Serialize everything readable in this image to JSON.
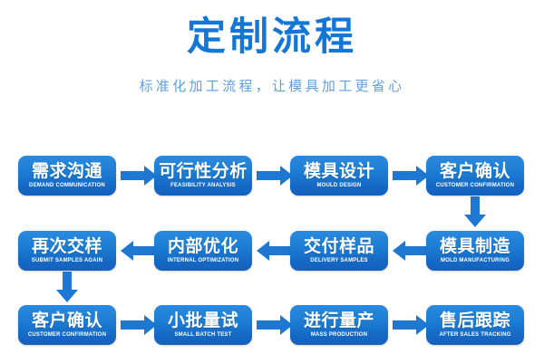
{
  "header": {
    "title": "定制流程",
    "subtitle": "标准化加工流程，让模具加工更省心",
    "title_color": "#1477d6",
    "subtitle_color": "#5e9fe2"
  },
  "theme": {
    "background": "#ffffff",
    "box_gradient_top": "#2b8ae0",
    "box_gradient_bottom": "#1660be",
    "arrow_color": "#1e78d2",
    "box_text_color": "#ffffff"
  },
  "flow": {
    "rows": [
      {
        "direction": "left-to-right",
        "steps": [
          {
            "cn": "需求沟通",
            "en": "DEMAND COMMUNICATION"
          },
          {
            "cn": "可行性分析",
            "en": "FEASIBILITY ANALYSIS"
          },
          {
            "cn": "模具设计",
            "en": "MOULD DESIGN"
          },
          {
            "cn": "客户确认",
            "en": "CUSTOMER CONFIRMATION"
          }
        ]
      },
      {
        "direction": "right-to-left",
        "steps": [
          {
            "cn": "再次交样",
            "en": "SUBMIT SAMPLES AGAIN"
          },
          {
            "cn": "内部优化",
            "en": "INTERNAL OPTIMIZATION"
          },
          {
            "cn": "交付样品",
            "en": "DELIVERY SAMPLES"
          },
          {
            "cn": "模具制造",
            "en": "MOLD MANUFACTURING"
          }
        ]
      },
      {
        "direction": "left-to-right",
        "steps": [
          {
            "cn": "客户确认",
            "en": "CUSTOMER CONFIRMATION"
          },
          {
            "cn": "小批量试",
            "en": "SMALL BATCH TEST"
          },
          {
            "cn": "进行量产",
            "en": "MASS PRODUCTION"
          },
          {
            "cn": "售后跟踪",
            "en": "AFTER SALES TRACKING"
          }
        ]
      }
    ],
    "connectors": [
      {
        "name": "row1-to-row2",
        "direction": "down",
        "side": "right"
      },
      {
        "name": "row2-to-row3",
        "direction": "down",
        "side": "left"
      }
    ]
  }
}
